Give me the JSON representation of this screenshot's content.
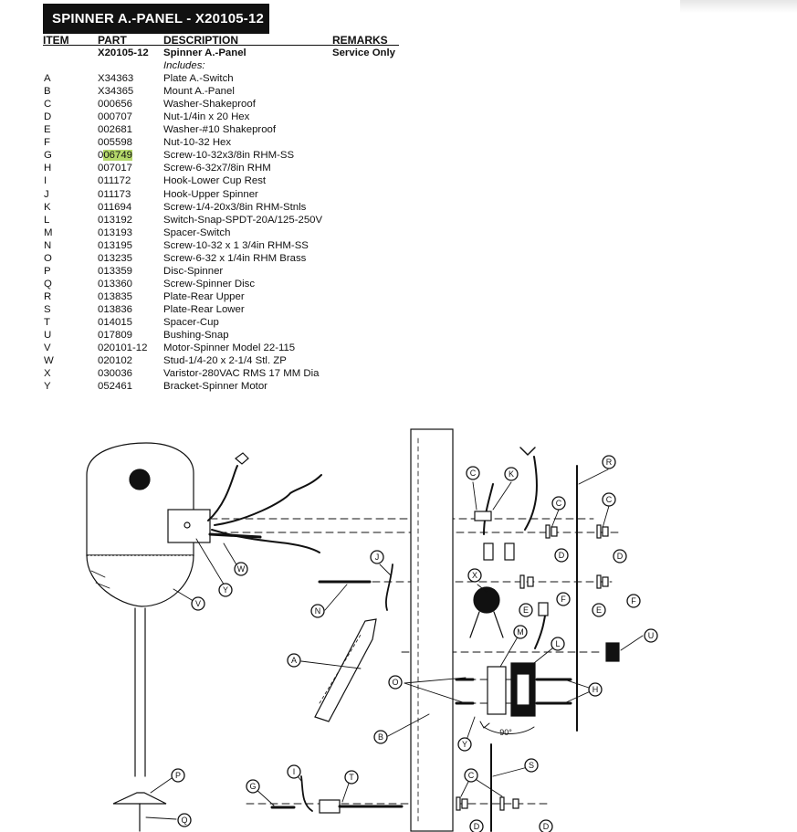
{
  "title": "SPINNER A.-PANEL - X20105-12",
  "headers": {
    "item": "ITEM",
    "part": "PART",
    "description": "DESCRIPTION",
    "remarks": "REMARKS"
  },
  "assembly": {
    "part": "X20105-12",
    "description": "Spinner A.-Panel",
    "remarks": "Service Only",
    "includes": "Includes:"
  },
  "parts": [
    {
      "item": "A",
      "part": "X34363",
      "description": "Plate A.-Switch"
    },
    {
      "item": "B",
      "part": "X34365",
      "description": "Mount A.-Panel"
    },
    {
      "item": "C",
      "part": "000656",
      "description": "Washer-Shakeproof"
    },
    {
      "item": "D",
      "part": "000707",
      "description": "Nut-1/4in x 20 Hex"
    },
    {
      "item": "E",
      "part": "002681",
      "description": "Washer-#10 Shakeproof"
    },
    {
      "item": "F",
      "part": "005598",
      "description": "Nut-10-32 Hex"
    },
    {
      "item": "G",
      "part_prefix": "0",
      "part_highlight": "06749",
      "description": "Screw-10-32x3/8in RHM-SS"
    },
    {
      "item": "H",
      "part": "007017",
      "description": "Screw-6-32x7/8in RHM"
    },
    {
      "item": "I",
      "part": "011172",
      "description": "Hook-Lower Cup Rest"
    },
    {
      "item": "J",
      "part": "011173",
      "description": "Hook-Upper Spinner"
    },
    {
      "item": "K",
      "part": "011694",
      "description": "Screw-1/4-20x3/8in RHM-Stnls"
    },
    {
      "item": "L",
      "part": "013192",
      "description": "Switch-Snap-SPDT-20A/125-250V"
    },
    {
      "item": "M",
      "part": "013193",
      "description": "Spacer-Switch"
    },
    {
      "item": "N",
      "part": "013195",
      "description": "Screw-10-32 x 1 3/4in RHM-SS"
    },
    {
      "item": "O",
      "part": "013235",
      "description": "Screw-6-32 x 1/4in RHM Brass"
    },
    {
      "item": "P",
      "part": "013359",
      "description": "Disc-Spinner"
    },
    {
      "item": "Q",
      "part": "013360",
      "description": "Screw-Spinner Disc"
    },
    {
      "item": "R",
      "part": "013835",
      "description": "Plate-Rear Upper"
    },
    {
      "item": "S",
      "part": "013836",
      "description": "Plate-Rear Lower"
    },
    {
      "item": "T",
      "part": "014015",
      "description": "Spacer-Cup"
    },
    {
      "item": "U",
      "part": "017809",
      "description": "Bushing-Snap"
    },
    {
      "item": "V",
      "part": "020101-12",
      "description": "Motor-Spinner Model 22-115"
    },
    {
      "item": "W",
      "part": "020102",
      "description": "Stud-1/4-20 x 2-1/4 Stl. ZP"
    },
    {
      "item": "X",
      "part": "030036",
      "description": "Varistor-280VAC RMS 17 MM Dia"
    },
    {
      "item": "Y",
      "part": "052461",
      "description": "Bracket-Spinner Motor"
    }
  ],
  "diagram": {
    "rotation_label": "90°",
    "callouts": {
      "a": "A",
      "b": "B",
      "c1": "C",
      "c2": "C",
      "c3": "C",
      "c4": "C",
      "d1": "D",
      "d2": "D",
      "d3": "D",
      "d4": "D",
      "e1": "E",
      "e2": "E",
      "f1": "F",
      "f2": "F",
      "g": "G",
      "h": "H",
      "i": "I",
      "j": "J",
      "k": "K",
      "l": "L",
      "m": "M",
      "n": "N",
      "o": "O",
      "p": "P",
      "q": "Q",
      "r": "R",
      "s": "S",
      "t": "T",
      "u": "U",
      "v": "V",
      "w": "W",
      "x": "X",
      "y1": "Y",
      "y2": "Y"
    }
  }
}
